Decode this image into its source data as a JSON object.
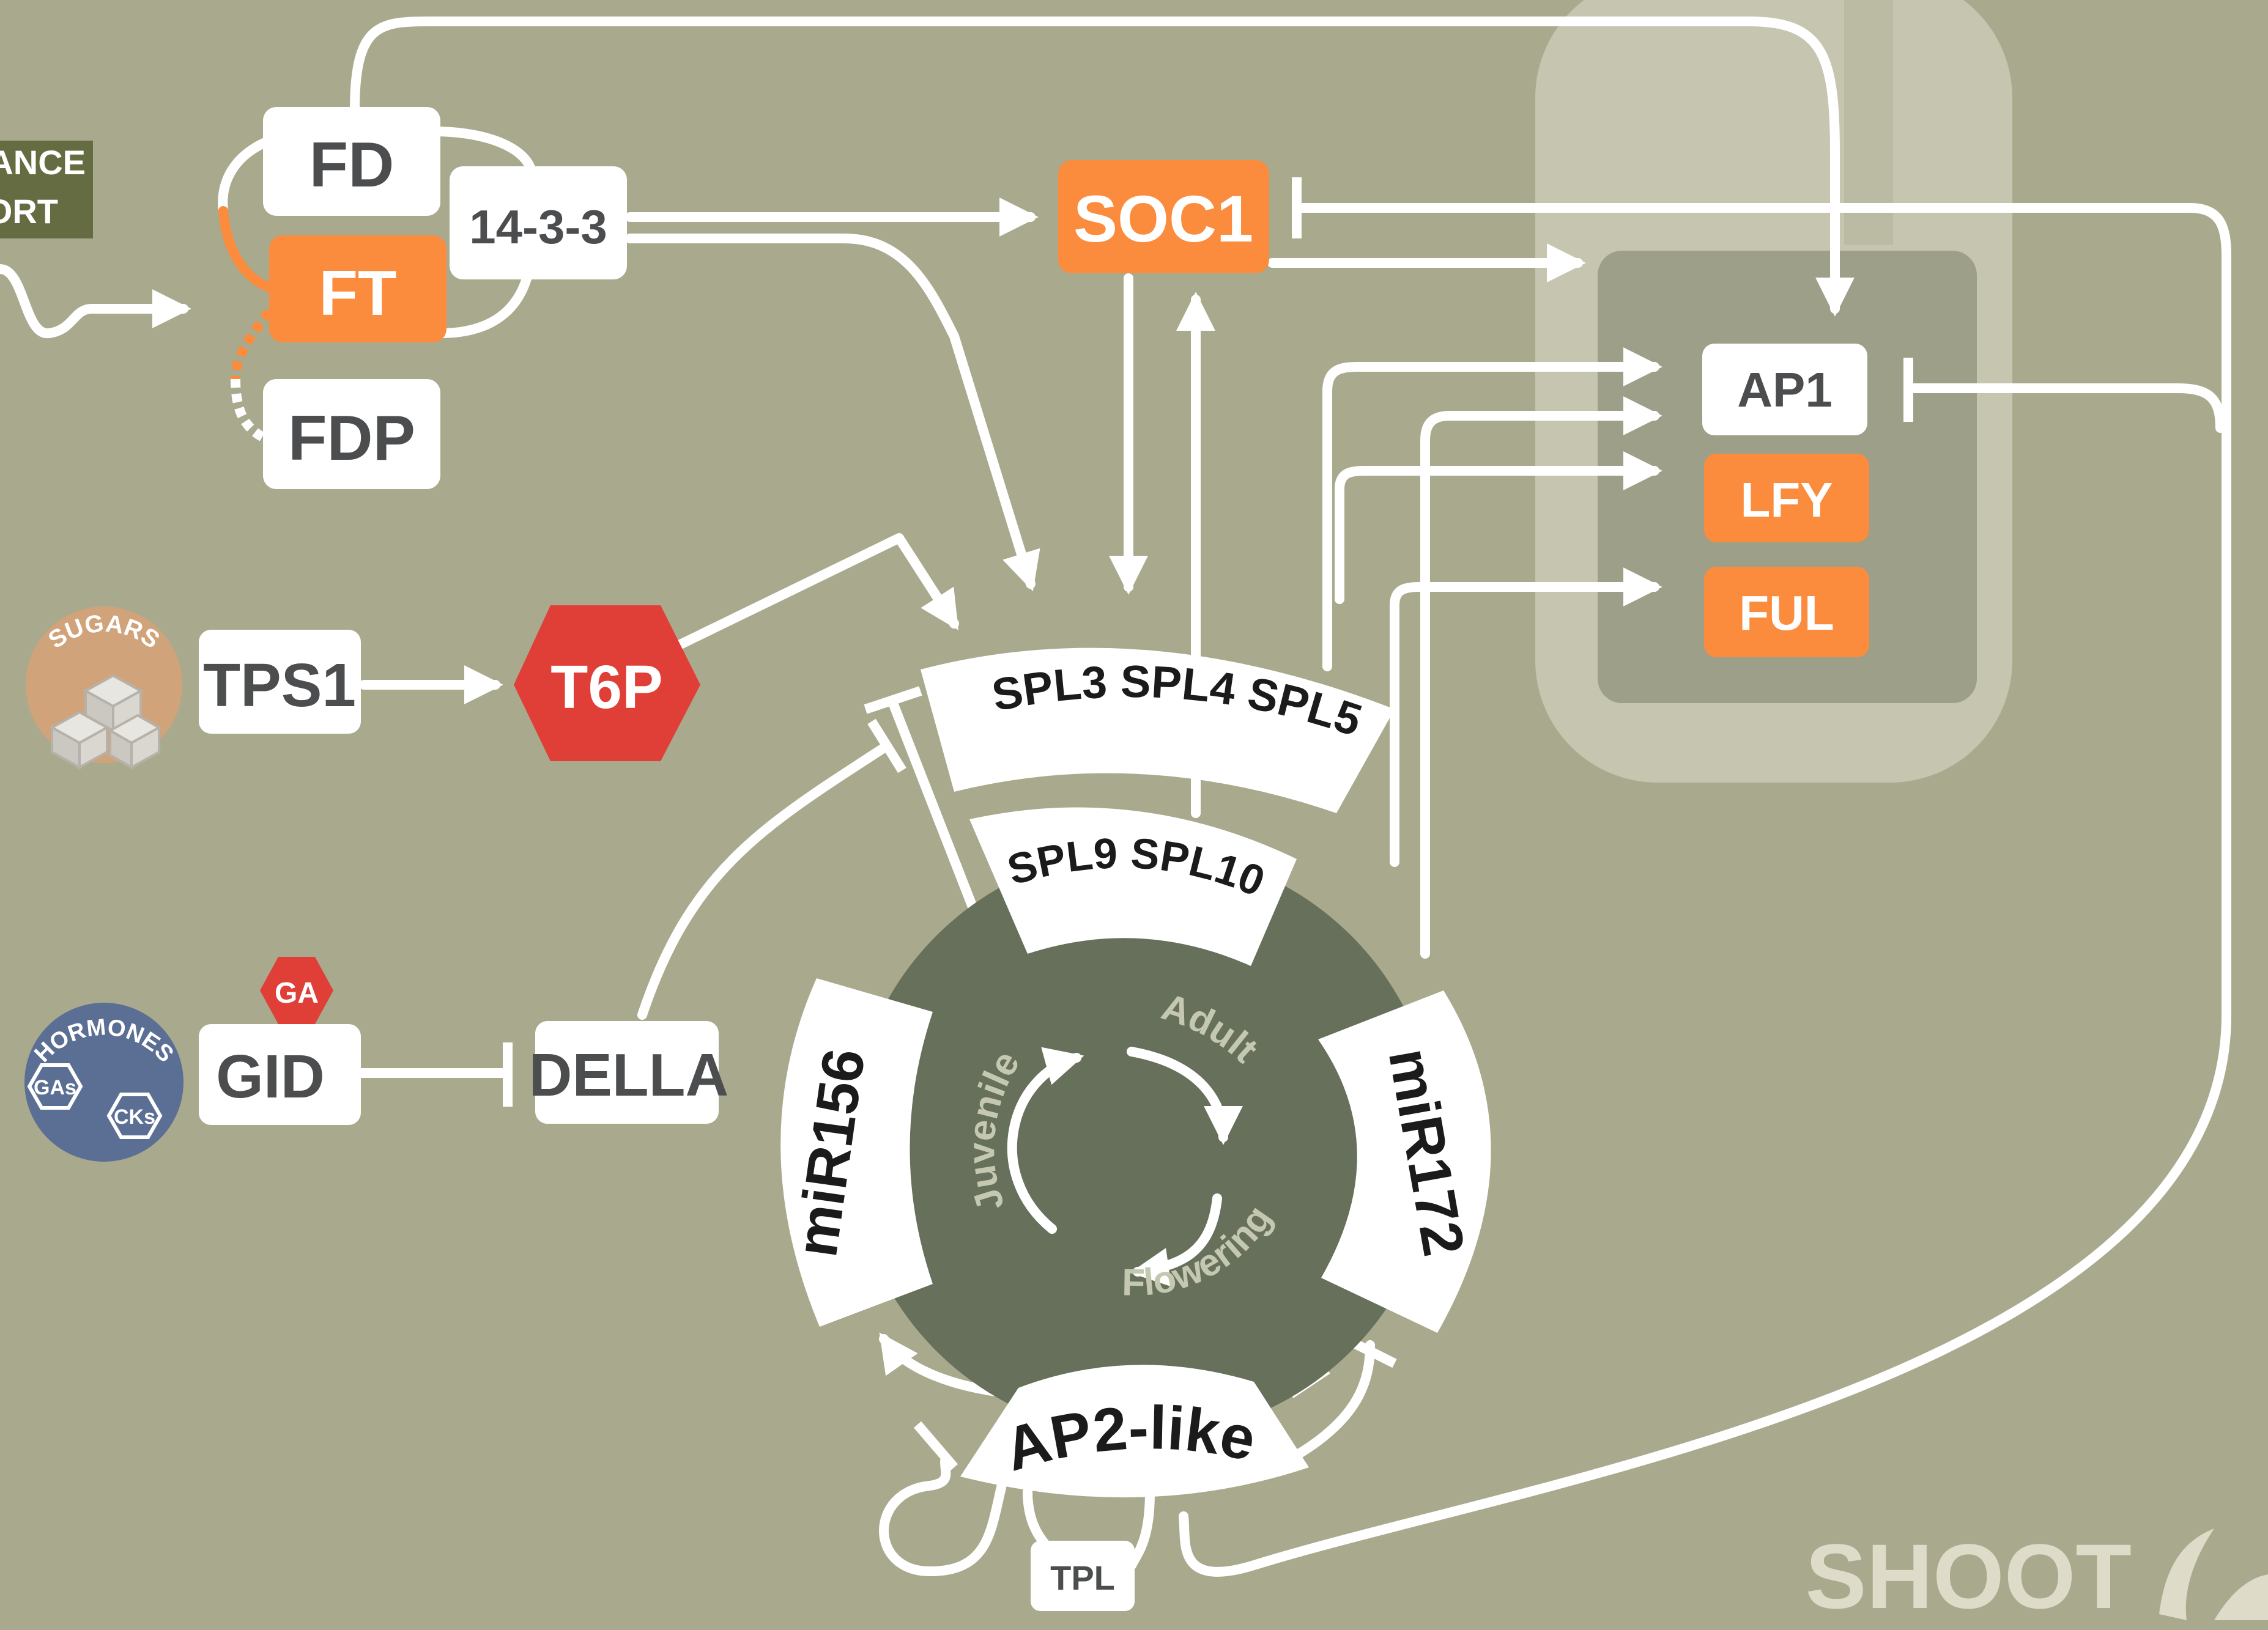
{
  "colors": {
    "background": "#a9aa8d",
    "shoot_zone": "#c5c5b0",
    "gene_panel": "#9e9f88",
    "orange": "#fb8b3d",
    "red": "#e03f37",
    "dark_green": "#66705a",
    "white": "#ffffff",
    "dark_text": "#4c4d4f",
    "black_text": "#1b1b1b",
    "olive_label": "#666c42",
    "sugar_tan": "#d1a37a",
    "hormone_blue": "#5b6f94"
  },
  "distance_support": {
    "line1": "TANCE",
    "line2": "ORT"
  },
  "nodes": {
    "fd": "FD",
    "ft": "FT",
    "fdp": "FDP",
    "p1433": "14-3-3",
    "soc1": "SOC1",
    "ap1": "AP1",
    "lfy": "LFY",
    "ful": "FUL",
    "tps1": "TPS1",
    "t6p": "T6P",
    "gid": "GID",
    "della": "DELLA",
    "tpl": "TPL"
  },
  "inputs": {
    "sugars": "SUGARS",
    "hormones": "HORMONES",
    "gas": "GAs",
    "cks": "CKs",
    "ga": "GA"
  },
  "ring": {
    "spl345": "SPL3 SPL4 SPL5",
    "spl910": "SPL9  SPL10",
    "mir156": "miR156",
    "mir172": "miR172",
    "ap2like": "AP2-like",
    "juvenile": "Juvenile",
    "adult": "Adult",
    "flowering": "Flowering"
  },
  "shoot_label": "SHOOT"
}
